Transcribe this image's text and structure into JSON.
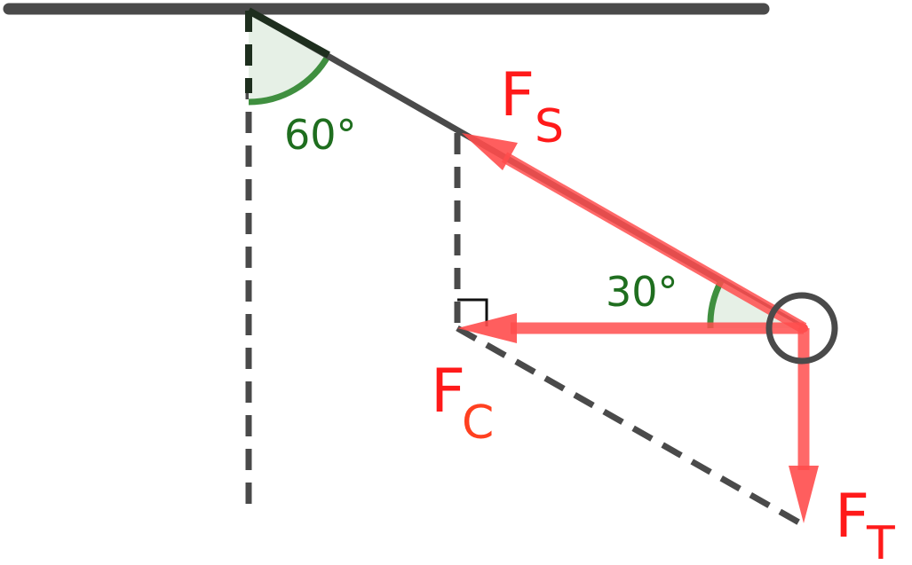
{
  "angles": {
    "top": "60°",
    "right": "30°"
  },
  "forces": {
    "string": {
      "main": "F",
      "sub": "S"
    },
    "centripetal": {
      "main": "F",
      "sub": "C"
    },
    "gravity": {
      "main": "F",
      "sub": "T"
    }
  },
  "colors": {
    "line": "#4a4a4a",
    "force": "#ff4d4d",
    "angle_stroke": "#3f8f3f",
    "angle_fill": "#e6f0e6",
    "angle_text": "#1f6e1f",
    "force_text": "#ff1a1a",
    "force_sub_centripetal": "#ff4020"
  }
}
